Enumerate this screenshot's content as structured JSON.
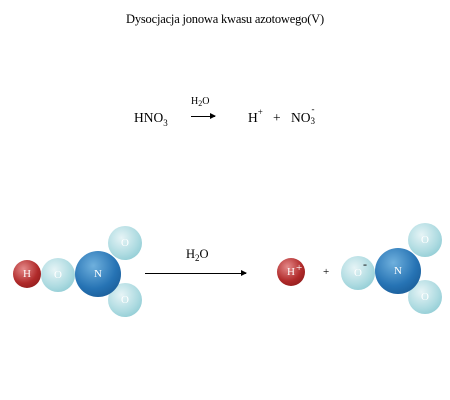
{
  "title": "Dysocjacja jonowa kwasu azotowego(V)",
  "equation": {
    "reactant": "HNO",
    "reactant_sub": "3",
    "solvent": {
      "h": "H",
      "sub": "2",
      "o": "O"
    },
    "product_h": "H",
    "product_h_charge": "+",
    "plus": "+",
    "product_anion": "NO",
    "product_anion_sub": "3",
    "product_anion_charge": "-"
  },
  "molecules": {
    "solvent": {
      "h": "H",
      "sub": "2",
      "o": "O"
    },
    "reactant_atoms": {
      "h": "H",
      "o_left": "O",
      "n": "N",
      "o_top": "O",
      "o_bottom": "O"
    },
    "cation": {
      "h": "H",
      "charge": "+"
    },
    "plus": "+",
    "anion_atoms": {
      "o_left": "O",
      "o_left_charge": "-",
      "n": "N",
      "o_top": "O",
      "o_bottom": "O"
    }
  }
}
